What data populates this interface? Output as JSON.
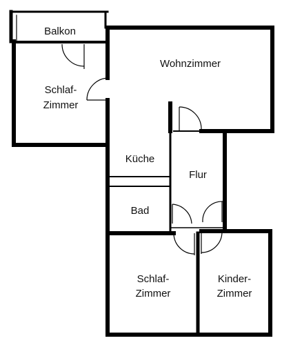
{
  "rooms": {
    "balkon": "Balkon",
    "wohnzimmer": "Wohnzimmer",
    "schlafzimmer_top": [
      "Schlaf-",
      "Zimmer"
    ],
    "kueche": "Küche",
    "flur": "Flur",
    "bad": "Bad",
    "schlafzimmer_bottom": [
      "Schlaf-",
      "Zimmer"
    ],
    "kinderzimmer": [
      "Kinder-",
      "Zimmer"
    ]
  },
  "colors": {
    "wall": "#000000",
    "background": "#ffffff"
  }
}
